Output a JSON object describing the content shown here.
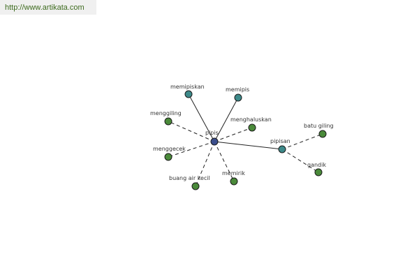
{
  "header": {
    "url": "http://www.artikata.com"
  },
  "colors": {
    "center_node": "#3b4e8c",
    "related_node": "#3d8a8a",
    "synonym_node": "#4a8a3a",
    "edge": "#222222",
    "url_text": "#3d6b1e"
  },
  "graph": {
    "center": {
      "id": "pipis",
      "label": "pipis"
    },
    "nodes": [
      {
        "id": "memipiskan",
        "label": "memipiskan",
        "kind": "related"
      },
      {
        "id": "memipis",
        "label": "memipis",
        "kind": "related"
      },
      {
        "id": "menggiling",
        "label": "menggiling",
        "kind": "synonym"
      },
      {
        "id": "menghaluskan",
        "label": "menghaluskan",
        "kind": "synonym"
      },
      {
        "id": "menggecek",
        "label": "menggecek",
        "kind": "synonym"
      },
      {
        "id": "buang-air-kecil",
        "label": "buang air kecil",
        "kind": "synonym"
      },
      {
        "id": "memirik",
        "label": "memirik",
        "kind": "synonym"
      },
      {
        "id": "pipisan",
        "label": "pipisan",
        "kind": "related"
      },
      {
        "id": "batu-giling",
        "label": "batu giling",
        "kind": "synonym"
      },
      {
        "id": "gandik",
        "label": "gandik",
        "kind": "synonym"
      }
    ],
    "edges": [
      {
        "from": "pipis",
        "to": "memipiskan",
        "style": "solid"
      },
      {
        "from": "pipis",
        "to": "memipis",
        "style": "solid"
      },
      {
        "from": "pipis",
        "to": "pipisan",
        "style": "solid"
      },
      {
        "from": "pipis",
        "to": "menggiling",
        "style": "dashed"
      },
      {
        "from": "pipis",
        "to": "menghaluskan",
        "style": "dashed"
      },
      {
        "from": "pipis",
        "to": "menggecek",
        "style": "dashed"
      },
      {
        "from": "pipis",
        "to": "buang-air-kecil",
        "style": "dashed"
      },
      {
        "from": "pipis",
        "to": "memirik",
        "style": "dashed"
      },
      {
        "from": "pipisan",
        "to": "batu-giling",
        "style": "dashed"
      },
      {
        "from": "pipisan",
        "to": "gandik",
        "style": "dashed"
      }
    ]
  }
}
